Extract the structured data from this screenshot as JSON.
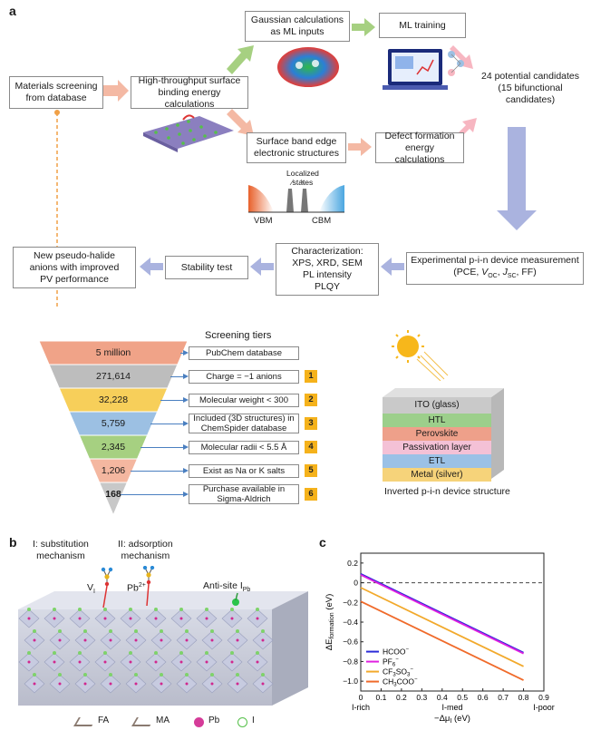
{
  "panel_a": {
    "letter": "a",
    "flow": {
      "materials_screening": [
        "Materials screening",
        "from database"
      ],
      "high_throughput": [
        "High-throughput surface",
        "binding energy calculations"
      ],
      "gaussian": [
        "Gaussian calculations",
        "as ML inputs"
      ],
      "ml_training": "ML training",
      "candidates": [
        "24 potential candidates",
        "(15 bifunctional candidates)"
      ],
      "surface_band": [
        "Surface band edge",
        "electronic structures"
      ],
      "defect_formation": [
        "Defect formation",
        "energy calculations"
      ],
      "localized_states": [
        "Localized",
        "states"
      ],
      "vbm": "VBM",
      "cbm": "CBM",
      "experimental": "Experimental p-i-n device measurement",
      "experimental_params_prefix": "(PCE, ",
      "voc_main": "V",
      "voc_sub": "OC",
      "jsc_main": "J",
      "jsc_sub": "SC",
      "experimental_params_suffix": ", FF)",
      "characterization": [
        "Characterization:",
        "XPS, XRD, SEM",
        "PL intensity",
        "PLQY"
      ],
      "stability": "Stability test",
      "new_anions": [
        "New pseudo-halide",
        "anions with improved",
        "PV performance"
      ]
    },
    "screening": {
      "title": "Screening tiers",
      "tiers": [
        {
          "count": "5 million",
          "criterion": [
            "PubChem database"
          ],
          "number": "",
          "color": "#f0a388"
        },
        {
          "count": "271,614",
          "criterion": [
            "Charge = −1 anions"
          ],
          "number": "1",
          "color": "#bdbdbd"
        },
        {
          "count": "32,228",
          "criterion": [
            "Molecular weight < 300"
          ],
          "number": "2",
          "color": "#f7cf5a"
        },
        {
          "count": "5,759",
          "criterion": [
            "Included (3D structures) in",
            "ChemSpider database"
          ],
          "number": "3",
          "color": "#9cc0e3"
        },
        {
          "count": "2,345",
          "criterion": [
            "Molecular radii < 5.5 Å"
          ],
          "number": "4",
          "color": "#a6d081"
        },
        {
          "count": "1,206",
          "criterion": [
            "Exist as Na or K salts"
          ],
          "number": "5",
          "color": "#f4b7a0"
        },
        {
          "count": "168",
          "criterion": [
            "Purchase available in",
            "Sigma-Aldrich"
          ],
          "number": "6",
          "color": "#c8c8c8"
        }
      ]
    },
    "device": {
      "layers": [
        {
          "label": "ITO (glass)",
          "color": "#c9c9c9"
        },
        {
          "label": "HTL",
          "color": "#9ccf8b"
        },
        {
          "label": "Perovskite",
          "color": "#eea08a"
        },
        {
          "label": "Passivation layer",
          "color": "#f4c1d6"
        },
        {
          "label": "ETL",
          "color": "#9bc1e6"
        },
        {
          "label": "Metal (silver)",
          "color": "#f6d37a"
        }
      ],
      "caption": "Inverted p-i-n device structure"
    }
  },
  "panel_b": {
    "letter": "b",
    "mech1": [
      "I: substitution",
      "mechanism"
    ],
    "mech2": [
      "II: adsorption",
      "mechanism"
    ],
    "vi_main": "V",
    "vi_sub": "I",
    "pb_main": "Pb",
    "pb_sup": "2+",
    "antisite_main": "Anti-site I",
    "antisite_sub": "Pb",
    "legend": [
      {
        "label": "FA",
        "icon": "fa-molecule-icon"
      },
      {
        "label": "MA",
        "icon": "ma-molecule-icon"
      },
      {
        "label": "Pb",
        "icon": "pb-atom-icon",
        "color": "#d1278f"
      },
      {
        "label": "I",
        "icon": "i-atom-icon",
        "color": "#56c04a"
      }
    ]
  },
  "panel_c": {
    "letter": "c"
  },
  "chart_data": {
    "type": "line",
    "xlabel_prefix": "−Δμ",
    "xlabel_sub": "I",
    "xlabel_suffix": " (eV)",
    "ylabel_prefix": "ΔE",
    "ylabel_sub": "formation",
    "ylabel_suffix": " (eV)",
    "xlim": [
      0,
      0.9
    ],
    "ylim": [
      -1.1,
      0.3
    ],
    "x_ticks": [
      0,
      0.1,
      0.2,
      0.3,
      0.4,
      0.5,
      0.6,
      0.7,
      0.8,
      0.9
    ],
    "x_tick_labels": [
      "0",
      "0.1",
      "0.2",
      "0.3",
      "0.4",
      "0.5",
      "0.6",
      "0.7",
      "0.8",
      "0.9"
    ],
    "y_ticks": [
      0.2,
      0,
      -0.2,
      -0.4,
      -0.6,
      -0.8,
      -1.0
    ],
    "y_tick_labels": [
      "0.2",
      "0",
      "−0.2",
      "−0.4",
      "−0.6",
      "−0.8",
      "−1.0"
    ],
    "region_labels": [
      {
        "x": 0,
        "label": "I-rich"
      },
      {
        "x": 0.45,
        "label": "I-med"
      },
      {
        "x": 0.9,
        "label": "I-poor"
      }
    ],
    "reference_line_y": 0,
    "legend_position": "bottom-left",
    "series": [
      {
        "name": "HCOO",
        "name_sup": "−",
        "color": "#2a2ad8",
        "x": [
          0,
          0.8
        ],
        "y": [
          0.09,
          -0.71
        ]
      },
      {
        "name": "PF",
        "name_sub": "6",
        "name_sup": "−",
        "color": "#e020e0",
        "x": [
          0,
          0.8
        ],
        "y": [
          0.08,
          -0.72
        ]
      },
      {
        "name": "CF",
        "name_sub": "3",
        "name_mid": "SO",
        "name_sub2": "3",
        "name_sup": "−",
        "color": "#f2a92b",
        "x": [
          0,
          0.8
        ],
        "y": [
          -0.05,
          -0.85
        ]
      },
      {
        "name": "CH",
        "name_sub": "3",
        "name_mid": "COO",
        "name_sup": "−",
        "color": "#f06a2a",
        "x": [
          0,
          0.8
        ],
        "y": [
          -0.19,
          -0.99
        ]
      }
    ]
  }
}
